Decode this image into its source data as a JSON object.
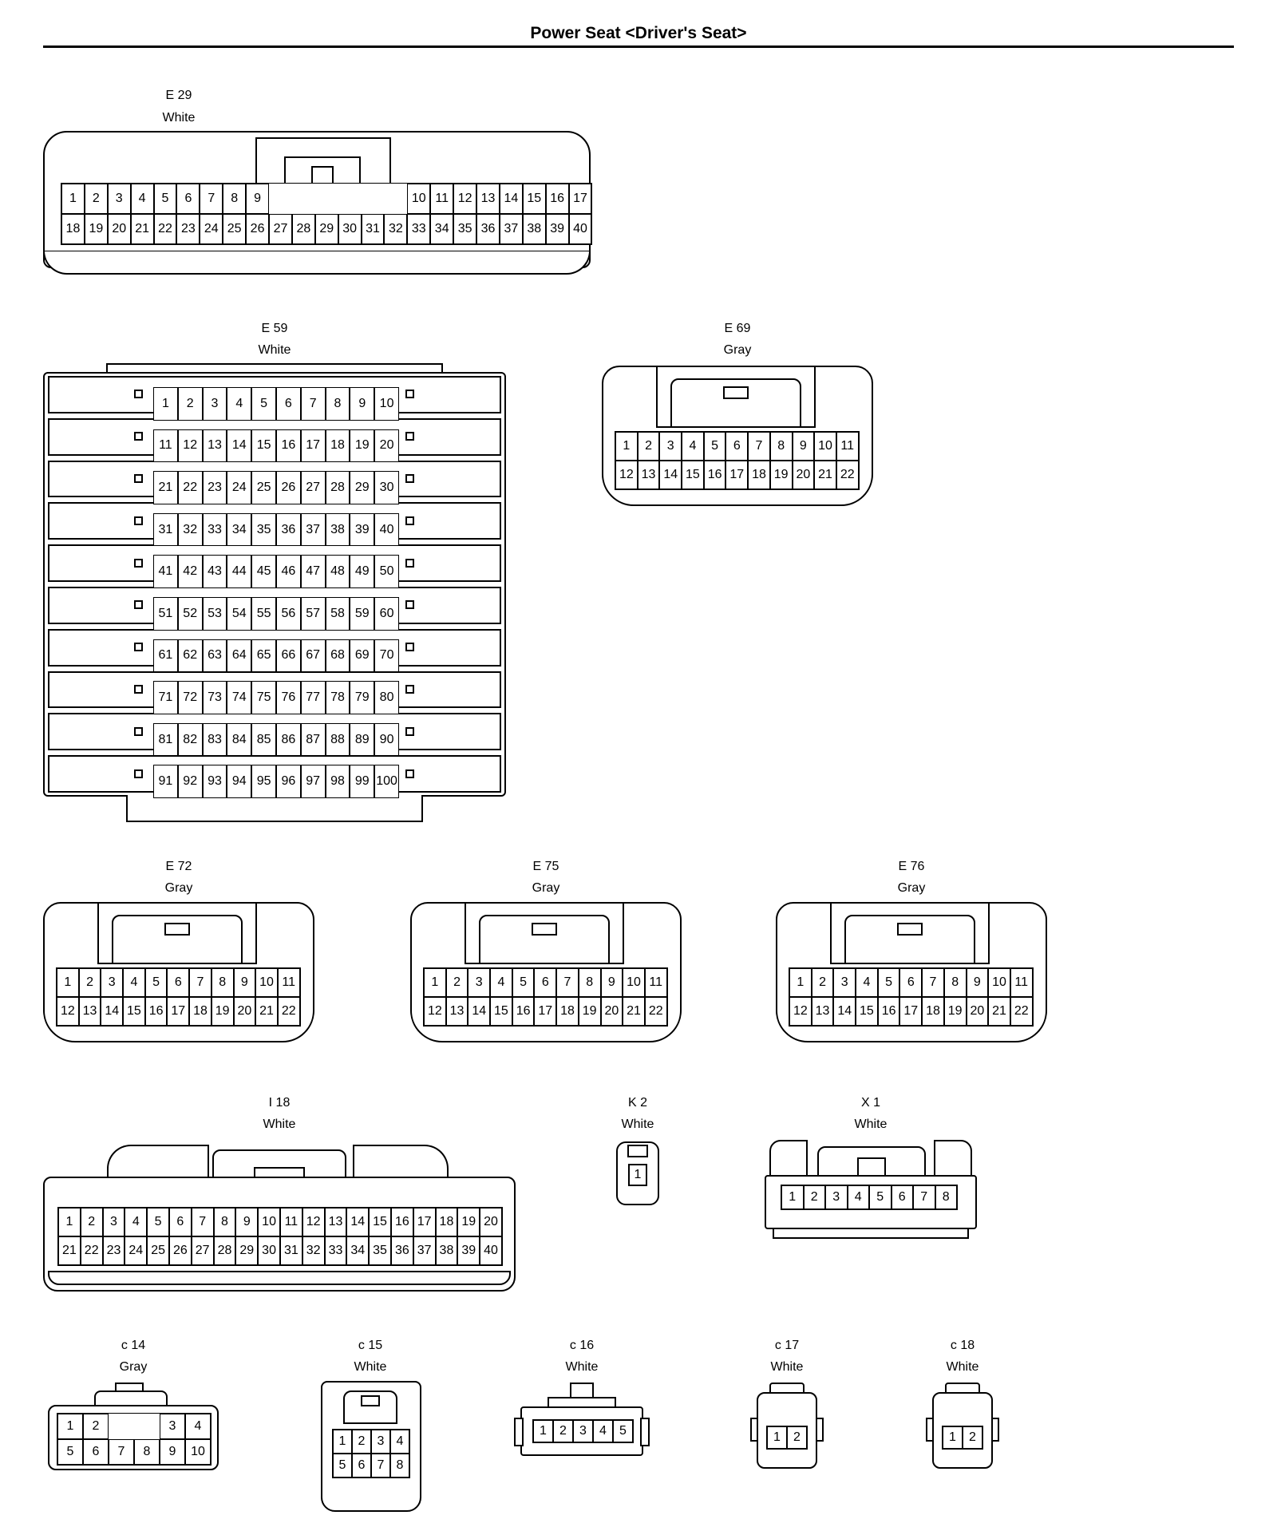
{
  "page": {
    "title": "Power Seat <Driver's Seat>"
  },
  "connectors": {
    "E29": {
      "code": "E 29",
      "color": "White",
      "rows": [
        [
          "1",
          "2",
          "3",
          "4",
          "5",
          "6",
          "7",
          "8",
          "9",
          "",
          "",
          "",
          "",
          "",
          "",
          "",
          "10",
          "11",
          "12",
          "13",
          "14",
          "15",
          "16",
          "17"
        ],
        [
          "18",
          "19",
          "20",
          "21",
          "22",
          "23",
          "24",
          "25",
          "26",
          "27",
          "28",
          "29",
          "30",
          "31",
          "32",
          "33",
          "34",
          "35",
          "36",
          "37",
          "38",
          "39",
          "40"
        ]
      ]
    },
    "E59": {
      "code": "E 59",
      "color": "White",
      "rows": [
        [
          "1",
          "2",
          "3",
          "4",
          "5",
          "6",
          "7",
          "8",
          "9",
          "10"
        ],
        [
          "11",
          "12",
          "13",
          "14",
          "15",
          "16",
          "17",
          "18",
          "19",
          "20"
        ],
        [
          "21",
          "22",
          "23",
          "24",
          "25",
          "26",
          "27",
          "28",
          "29",
          "30"
        ],
        [
          "31",
          "32",
          "33",
          "34",
          "35",
          "36",
          "37",
          "38",
          "39",
          "40"
        ],
        [
          "41",
          "42",
          "43",
          "44",
          "45",
          "46",
          "47",
          "48",
          "49",
          "50"
        ],
        [
          "51",
          "52",
          "53",
          "54",
          "55",
          "56",
          "57",
          "58",
          "59",
          "60"
        ],
        [
          "61",
          "62",
          "63",
          "64",
          "65",
          "66",
          "67",
          "68",
          "69",
          "70"
        ],
        [
          "71",
          "72",
          "73",
          "74",
          "75",
          "76",
          "77",
          "78",
          "79",
          "80"
        ],
        [
          "81",
          "82",
          "83",
          "84",
          "85",
          "86",
          "87",
          "88",
          "89",
          "90"
        ],
        [
          "91",
          "92",
          "93",
          "94",
          "95",
          "96",
          "97",
          "98",
          "99",
          "100"
        ]
      ]
    },
    "E69": {
      "code": "E 69",
      "color": "Gray",
      "rows": [
        [
          "1",
          "2",
          "3",
          "4",
          "5",
          "6",
          "7",
          "8",
          "9",
          "10",
          "11"
        ],
        [
          "12",
          "13",
          "14",
          "15",
          "16",
          "17",
          "18",
          "19",
          "20",
          "21",
          "22"
        ]
      ]
    },
    "E72": {
      "code": "E 72",
      "color": "Gray",
      "rows": [
        [
          "1",
          "2",
          "3",
          "4",
          "5",
          "6",
          "7",
          "8",
          "9",
          "10",
          "11"
        ],
        [
          "12",
          "13",
          "14",
          "15",
          "16",
          "17",
          "18",
          "19",
          "20",
          "21",
          "22"
        ]
      ]
    },
    "E75": {
      "code": "E 75",
      "color": "Gray",
      "rows": [
        [
          "1",
          "2",
          "3",
          "4",
          "5",
          "6",
          "7",
          "8",
          "9",
          "10",
          "11"
        ],
        [
          "12",
          "13",
          "14",
          "15",
          "16",
          "17",
          "18",
          "19",
          "20",
          "21",
          "22"
        ]
      ]
    },
    "E76": {
      "code": "E 76",
      "color": "Gray",
      "rows": [
        [
          "1",
          "2",
          "3",
          "4",
          "5",
          "6",
          "7",
          "8",
          "9",
          "10",
          "11"
        ],
        [
          "12",
          "13",
          "14",
          "15",
          "16",
          "17",
          "18",
          "19",
          "20",
          "21",
          "22"
        ]
      ]
    },
    "I18": {
      "code": "I 18",
      "color": "White",
      "rows": [
        [
          "1",
          "2",
          "3",
          "4",
          "5",
          "6",
          "7",
          "8",
          "9",
          "10",
          "11",
          "12",
          "13",
          "14",
          "15",
          "16",
          "17",
          "18",
          "19",
          "20"
        ],
        [
          "21",
          "22",
          "23",
          "24",
          "25",
          "26",
          "27",
          "28",
          "29",
          "30",
          "31",
          "32",
          "33",
          "34",
          "35",
          "36",
          "37",
          "38",
          "39",
          "40"
        ]
      ]
    },
    "K2": {
      "code": "K 2",
      "color": "White",
      "rows": [
        [
          "1"
        ]
      ]
    },
    "X1": {
      "code": "X 1",
      "color": "White",
      "rows": [
        [
          "1",
          "2",
          "3",
          "4",
          "5",
          "6",
          "7",
          "8"
        ]
      ]
    },
    "c14": {
      "code": "c 14",
      "color": "Gray",
      "rows": [
        [
          "1",
          "2",
          "",
          "",
          "3",
          "4"
        ],
        [
          "5",
          "6",
          "7",
          "8",
          "9",
          "10"
        ]
      ]
    },
    "c15": {
      "code": "c 15",
      "color": "White",
      "rows": [
        [
          "1",
          "2",
          "3",
          "4"
        ],
        [
          "5",
          "6",
          "7",
          "8"
        ]
      ]
    },
    "c16": {
      "code": "c 16",
      "color": "White",
      "rows": [
        [
          "1",
          "2",
          "3",
          "4",
          "5"
        ]
      ]
    },
    "c17": {
      "code": "c 17",
      "color": "White",
      "rows": [
        [
          "1",
          "2"
        ]
      ]
    },
    "c18": {
      "code": "c 18",
      "color": "White",
      "rows": [
        [
          "1",
          "2"
        ]
      ]
    }
  }
}
